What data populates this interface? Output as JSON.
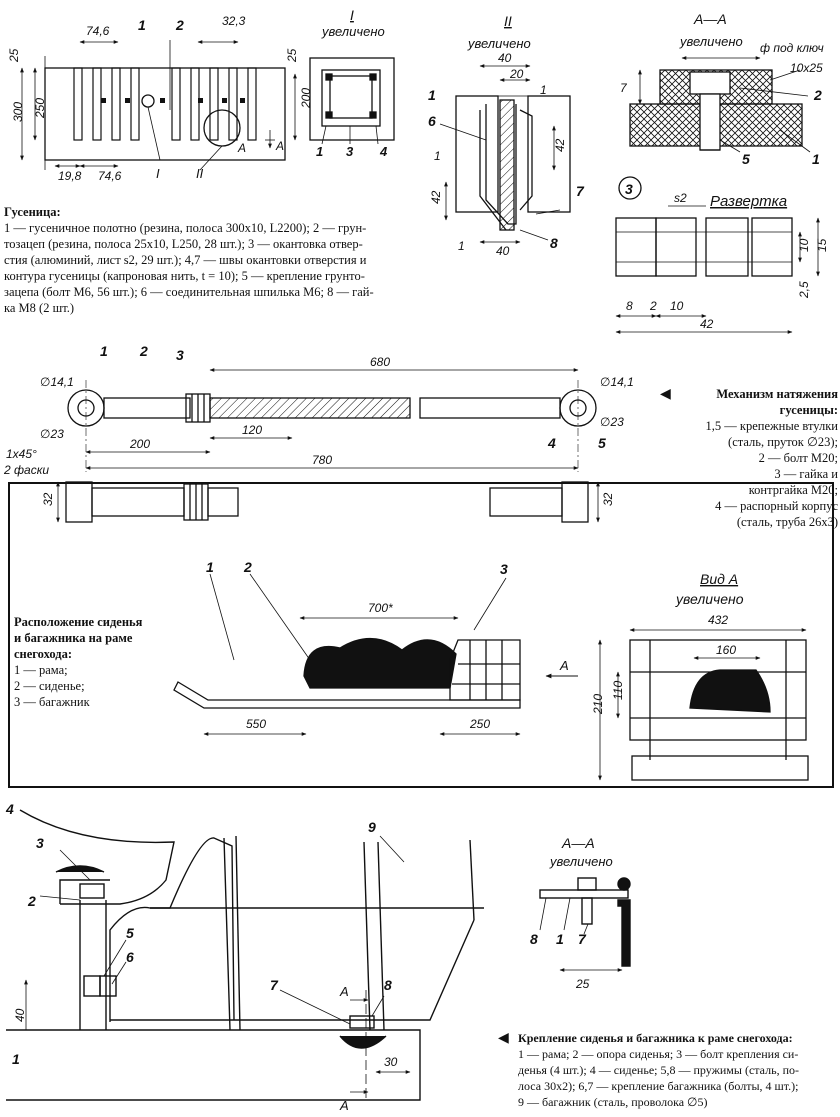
{
  "track": {
    "caption_title": "Гусеница:",
    "caption_lines": [
      "1 — гусеничное полотно (резина, полоса 300х10, L2200); 2 — грун-",
      "тозацеп (резина, полоса 25х10, L250, 28 шт.); 3 — окантовка отвер-",
      "стия (алюминий, лист s2, 29 шт.); 4,7 — швы окантовки отверстия и",
      "контура гусеницы (капроновая нить, t = 10); 5 — крепление грунто-",
      "зацепа (болт М6, 56 шт.); 6 — соединительная шпилька М6; 8 — гай-",
      "ка М8 (2 шт.)"
    ],
    "dims": {
      "d74_6a": "74,6",
      "d32_3": "32,3",
      "d25a": "25",
      "d250": "250",
      "d300": "300",
      "d19_8": "19,8",
      "d74_6b": "74,6",
      "d25b": "25",
      "d200": "200"
    },
    "labels": {
      "n1": "1",
      "n2": "2",
      "roman1": "I",
      "roman2": "II",
      "a": "A",
      "a2": "A"
    }
  },
  "detail1": {
    "title_roman": "I",
    "title": "увеличено",
    "n1": "1",
    "n3": "3",
    "n4": "4"
  },
  "detail2": {
    "title_roman": "II",
    "title": "увеличено",
    "dims": {
      "d40a": "40",
      "d20": "20",
      "d1a": "1",
      "d42a": "42",
      "d1b": "1",
      "d42b": "42",
      "d1c": "1",
      "d40b": "40"
    },
    "labels": {
      "n1": "1",
      "n6": "6",
      "n7": "7",
      "n8": "8"
    }
  },
  "sectionAA": {
    "title": "А—А",
    "subtitle": "увеличено",
    "note_key": "ф под ключ",
    "note_size": "10х25",
    "d7": "7",
    "labels": {
      "n2": "2",
      "n5": "5",
      "n1": "1"
    }
  },
  "unfold": {
    "circle_num": "3",
    "title": "Развертка",
    "dims": {
      "s2": "s2",
      "d10v": "10",
      "d15": "15",
      "d2_5": "2,5",
      "d8": "8",
      "d2": "2",
      "d10h": "10",
      "d42": "42"
    }
  },
  "tension": {
    "caption_title": "Механизм натяжения гусеницы:",
    "caption_lines": [
      "1,5 — крепежные втулки",
      "(сталь, пруток ∅23);",
      "2 — болт М20;",
      "3 — гайка и",
      "контргайка М20;",
      "4 — распорный корпус",
      "(сталь, труба 26х3)"
    ],
    "dims": {
      "d14_1a": "∅14,1",
      "d23a": "∅23",
      "d680": "680",
      "d14_1b": "∅14,1",
      "d23b": "∅23",
      "d120": "120",
      "d200": "200",
      "d780": "780",
      "chamfer1": "1х45°",
      "chamfer2": "2 фаски",
      "d32a": "32",
      "d32b": "32"
    },
    "labels": {
      "n1": "1",
      "n2": "2",
      "n3": "3",
      "n4": "4",
      "n5": "5"
    }
  },
  "seat": {
    "caption_lines": [
      "Расположение сиденья",
      "и багажника на раме",
      "снегохода:",
      "1 — рама;",
      "2 — сиденье;",
      "3 — багажник"
    ],
    "dims": {
      "d700": "700*",
      "d550": "550",
      "d250": "250",
      "d432": "432",
      "d160": "160",
      "d110": "110",
      "d210": "210"
    },
    "labels": {
      "n1": "1",
      "n2": "2",
      "n3": "3",
      "arrowA": "А"
    },
    "viewA_title": "Вид А",
    "viewA_sub": "увеличено"
  },
  "mount": {
    "caption_title": "Крепление сиденья и багажника к раме снегохода:",
    "caption_lines": [
      "1 — рама; 2 — опора сиденья; 3 — болт крепления си-",
      "денья (4 шт.); 4 — сиденье; 5,8 — пружимы (сталь, по-",
      "лоса 30х2); 6,7 — крепление багажника (болты, 4 шт.);",
      "9 — багажник (сталь, проволока ∅5)"
    ],
    "labels": {
      "n4": "4",
      "n3": "3",
      "n2": "2",
      "n5": "5",
      "n6": "6",
      "n1": "1",
      "n9": "9",
      "n7": "7",
      "n8": "8",
      "a1": "А",
      "a2": "А"
    },
    "dims": {
      "d40": "40",
      "d30": "30"
    },
    "section_title": "А—А",
    "section_sub": "увеличено",
    "section_labels": {
      "n8": "8",
      "n1": "1",
      "n7": "7"
    },
    "section_dim": "25"
  }
}
